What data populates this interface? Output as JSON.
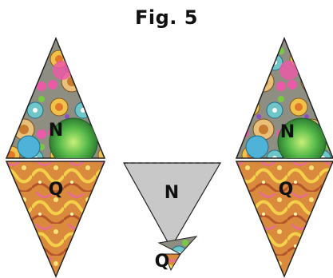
{
  "figure": {
    "title": "Fig. 5"
  },
  "pieces": {
    "left_top_label": "N",
    "left_bottom_label": "Q",
    "middle_top_label": "N",
    "middle_bottom_label": "Q",
    "right_top_label": "N",
    "right_bottom_label": "Q"
  },
  "colors": {
    "shell_background": "#9a9a8a",
    "coral_background": "#d98a3c",
    "template_fill": "#c8c8c8",
    "outline": "#222222"
  }
}
